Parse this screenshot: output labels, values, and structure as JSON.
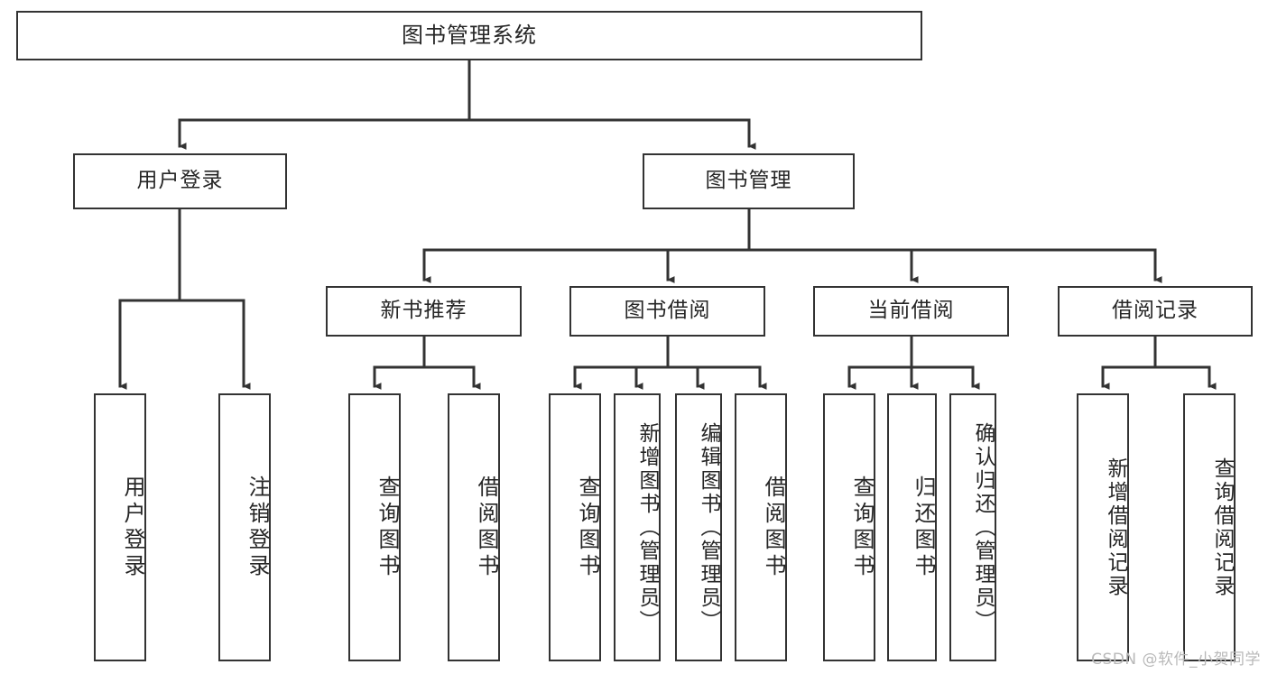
{
  "diagram": {
    "type": "tree",
    "title": "图书管理系统",
    "watermark": "CSDN @软件_小贺同学",
    "colors": {
      "stroke": "#333333",
      "fill": "#ffffff",
      "text": "#262626",
      "watermark": "#b9b9b9"
    },
    "root": {
      "label": "图书管理系统"
    },
    "level2": [
      {
        "label": "用户登录"
      },
      {
        "label": "图书管理"
      }
    ],
    "level3": [
      {
        "label": "新书推荐"
      },
      {
        "label": "图书借阅"
      },
      {
        "label": "当前借阅"
      },
      {
        "label": "借阅记录"
      }
    ],
    "leaves": {
      "user_login": [
        {
          "label": "用户登录"
        },
        {
          "label": "注销登录"
        }
      ],
      "new_book": [
        {
          "label": "查询图书"
        },
        {
          "label": "借阅图书"
        }
      ],
      "book_borrow": [
        {
          "label": "查询图书"
        },
        {
          "label": "新增图书（管理员）"
        },
        {
          "label": "编辑图书（管理员）"
        },
        {
          "label": "借阅图书"
        }
      ],
      "current_borrow": [
        {
          "label": "查询图书"
        },
        {
          "label": "归还图书"
        },
        {
          "label": "确认归还（管理员）"
        }
      ],
      "borrow_record": [
        {
          "label": "新增借阅记录"
        },
        {
          "label": "查询借阅记录"
        }
      ]
    }
  }
}
